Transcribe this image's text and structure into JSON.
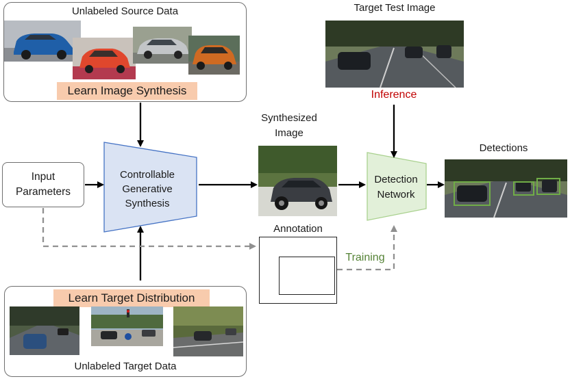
{
  "source_panel": {
    "title": "Unlabeled Source Data",
    "highlight": "Learn Image Synthesis"
  },
  "target_panel": {
    "highlight": "Learn Target Distribution",
    "caption": "Unlabeled Target Data"
  },
  "input_box": {
    "label": "Input Parameters"
  },
  "generator": {
    "label": "Controllable Generative Synthesis"
  },
  "synth_image": {
    "caption": "Synthesized Image"
  },
  "annotation": {
    "caption": "Annotation"
  },
  "test_image": {
    "caption": "Target Test Image"
  },
  "inference_label": "Inference",
  "detector": {
    "label": "Detection Network"
  },
  "training_label": "Training",
  "detections": {
    "caption": "Detections"
  },
  "colors": {
    "trapezoid_fill": "#dae3f3",
    "trapezoid_stroke": "#4472c4",
    "detector_fill": "#e2f0d9",
    "detector_stroke": "#a9d18e",
    "highlight": "#f8cbad",
    "inference": "#c00000",
    "training": "#548235",
    "detection_box": "#70ad47",
    "dashed_arrow": "#909090"
  }
}
